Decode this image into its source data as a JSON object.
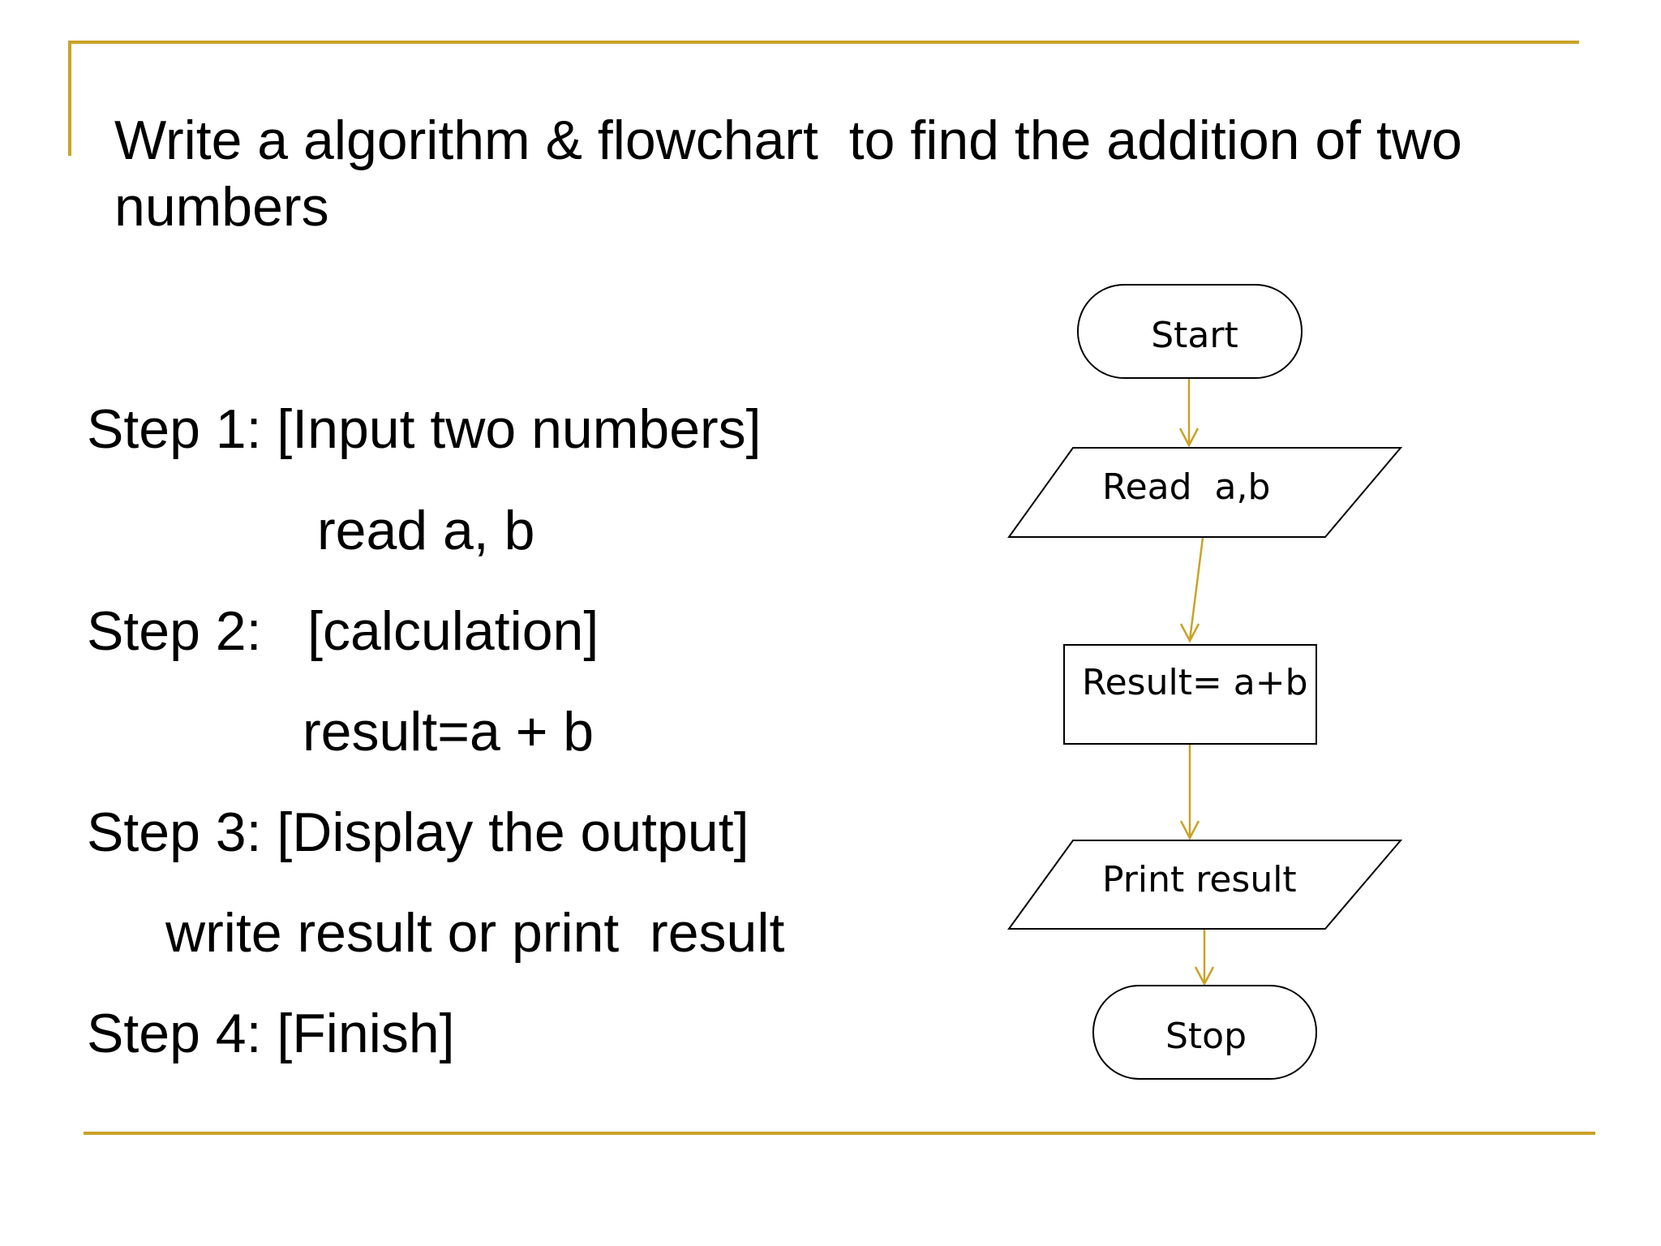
{
  "slide": {
    "title": "Write a algorithm & flowchart  to find the addition of two numbers",
    "accent_color": "#c9a227"
  },
  "algorithm": {
    "lines": [
      "Step 1: [Input two numbers]",
      "read a, b",
      "Step 2:   [calculation]",
      "result=a + b",
      "Step 3: [Display the output]",
      "write result or print  result",
      "Step 4: [Finish]"
    ]
  },
  "flowchart": {
    "nodes": [
      {
        "id": "start",
        "shape": "terminator",
        "label": "Start"
      },
      {
        "id": "read",
        "shape": "parallelogram",
        "label": "Read  a,b"
      },
      {
        "id": "calc",
        "shape": "rectangle",
        "label": "Result= a+b"
      },
      {
        "id": "print",
        "shape": "parallelogram",
        "label": "Print result"
      },
      {
        "id": "stop",
        "shape": "terminator",
        "label": "Stop"
      }
    ],
    "edges": [
      {
        "from": "start",
        "to": "read"
      },
      {
        "from": "read",
        "to": "calc"
      },
      {
        "from": "calc",
        "to": "print"
      },
      {
        "from": "print",
        "to": "stop"
      }
    ],
    "edge_color": "#c9a227"
  }
}
